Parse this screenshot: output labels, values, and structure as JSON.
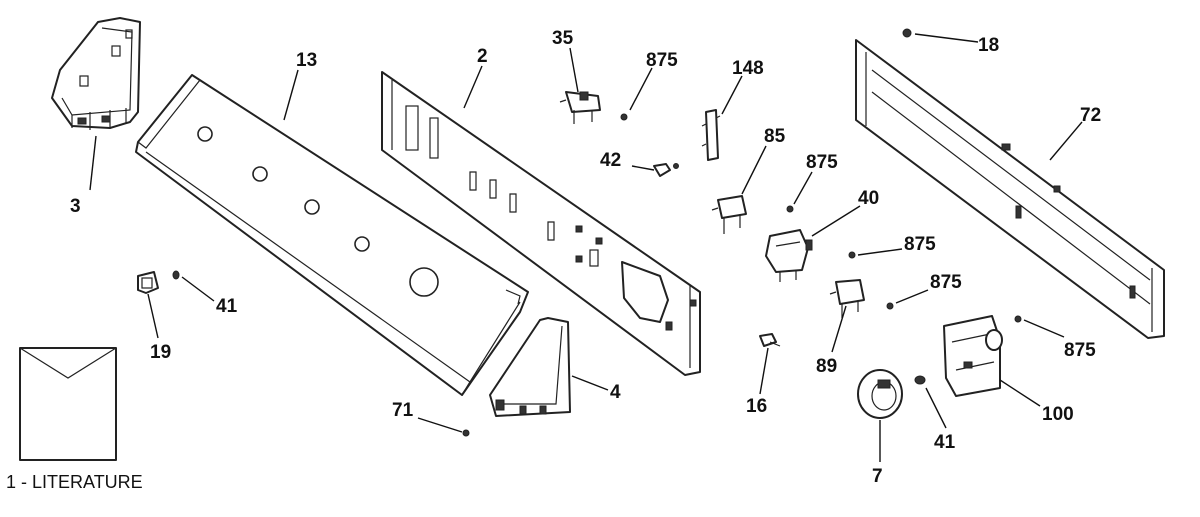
{
  "diagram": {
    "labels": [
      {
        "key": "p3",
        "text": "3"
      },
      {
        "key": "p13",
        "text": "13"
      },
      {
        "key": "p2",
        "text": "2"
      },
      {
        "key": "p35",
        "text": "35"
      },
      {
        "key": "p875a",
        "text": "875"
      },
      {
        "key": "p148",
        "text": "148"
      },
      {
        "key": "p18",
        "text": "18"
      },
      {
        "key": "p72",
        "text": "72"
      },
      {
        "key": "p42",
        "text": "42"
      },
      {
        "key": "p85",
        "text": "85"
      },
      {
        "key": "p875b",
        "text": "875"
      },
      {
        "key": "p40",
        "text": "40"
      },
      {
        "key": "p875c",
        "text": "875"
      },
      {
        "key": "p875d",
        "text": "875"
      },
      {
        "key": "p875e",
        "text": "875"
      },
      {
        "key": "p41a",
        "text": "41"
      },
      {
        "key": "p19",
        "text": "19"
      },
      {
        "key": "p89",
        "text": "89"
      },
      {
        "key": "p16",
        "text": "16"
      },
      {
        "key": "p4",
        "text": "4"
      },
      {
        "key": "p71",
        "text": "71"
      },
      {
        "key": "p100",
        "text": "100"
      },
      {
        "key": "p41b",
        "text": "41"
      },
      {
        "key": "p7",
        "text": "7"
      }
    ],
    "literature_label": "1 - LITERATURE"
  }
}
